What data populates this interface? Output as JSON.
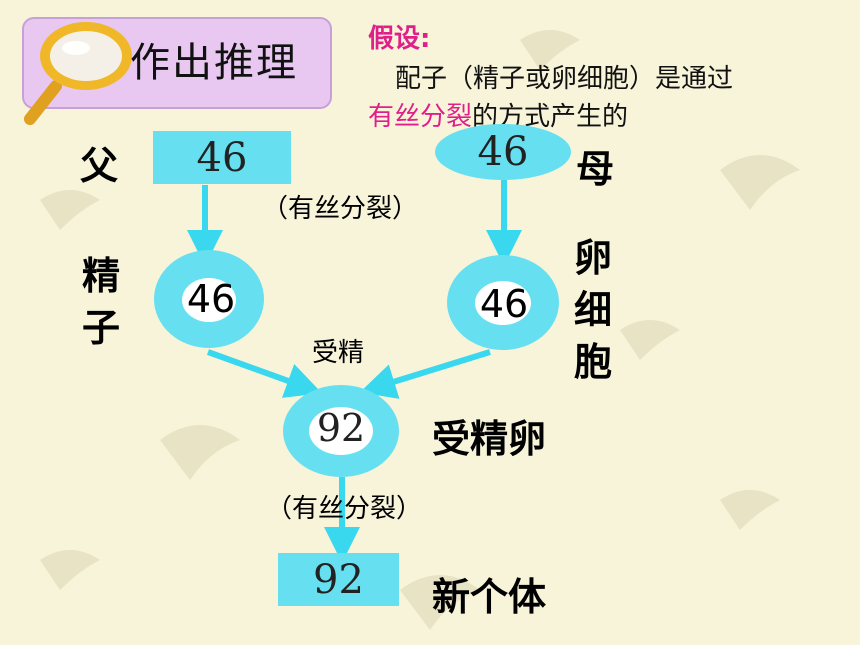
{
  "title": "作出推理",
  "hypothesis": {
    "label": "假设:",
    "line1": "配子（精子或卵细胞）是通过",
    "line2_highlight": "有丝分裂",
    "line2_rest": "的方式产生的"
  },
  "father": {
    "label": "父",
    "value": "46"
  },
  "mother": {
    "label": "母",
    "value": "46"
  },
  "sperm": {
    "label": "精子",
    "value": "46"
  },
  "egg": {
    "label": "卵细胞",
    "value": "46"
  },
  "fertilization": "受精",
  "zygote": {
    "label": "受精卵",
    "value": "92"
  },
  "offspring": {
    "label": "新个体",
    "value": "92"
  },
  "mitosis_note_top": "（有丝分裂）",
  "mitosis_note_bottom": "（有丝分裂）",
  "colors": {
    "box": "#66e0f0",
    "arrow": "#3ad8ee",
    "highlight": "#e0208a",
    "title_bg": "#e8c8f0"
  }
}
